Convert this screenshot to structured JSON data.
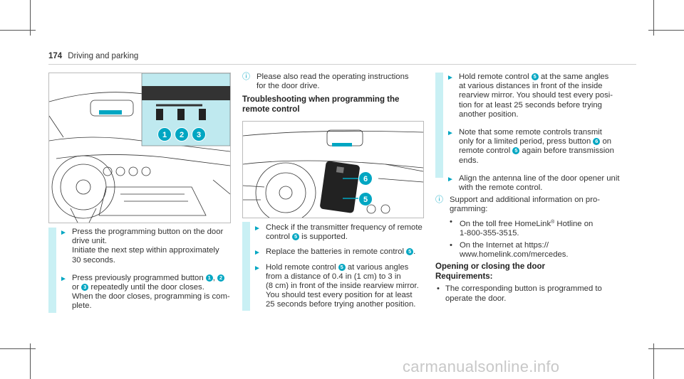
{
  "header": {
    "page_number": "174",
    "section": "Driving and parking"
  },
  "colors": {
    "accent": "#00a6c2",
    "bar": "#c9f0f4"
  },
  "col1": {
    "step1": {
      "line1": "Press the programming button on the door",
      "line2": "drive unit.",
      "line3": "Initiate the next step within approximately",
      "line4": "30 seconds."
    },
    "step2": {
      "a": "Press previously programmed button ",
      "n1": "1",
      "sep": ", ",
      "n2": "2",
      "b": "or ",
      "n3": "3",
      "c": " repeatedly until the door closes.",
      "line3": "When the door closes, programming is com-",
      "line4": "plete."
    },
    "figure": {
      "labels": [
        "1",
        "2",
        "3"
      ]
    }
  },
  "col2": {
    "note": {
      "line1": "Please also read the operating instructions",
      "line2": "for the door drive."
    },
    "heading": {
      "line1": "Troubleshooting when programming the",
      "line2": "remote control"
    },
    "figure": {
      "labels": [
        "6",
        "5"
      ]
    },
    "step1": {
      "a": "Check if the transmitter frequency of remote",
      "b": "control ",
      "n": "5",
      "c": " is supported."
    },
    "step2": {
      "a": "Replace the batteries in remote control ",
      "n": "5",
      "c": "."
    },
    "step3": {
      "a": "Hold remote control ",
      "n": "5",
      "b": " at various angles",
      "line2": "from a distance of 0.4 in (1 cm) to 3 in",
      "line3": "(8 cm) in front of the inside rearview mirror.",
      "line4": "You should test every position for at least",
      "line5": "25 seconds before trying another position."
    }
  },
  "col3": {
    "step1": {
      "a": "Hold remote control ",
      "n": "5",
      "b": " at the same angles",
      "line2": "at various distances in front of the inside",
      "line3": "rearview mirror. You should test every posi-",
      "line4": "tion for at least 25 seconds before trying",
      "line5": "another position."
    },
    "step2": {
      "line1": "Note that some remote controls transmit",
      "a": "only for a limited period, press button ",
      "n1": "6",
      "b": " on",
      "c": "remote control ",
      "n2": "5",
      "d": " again before transmission",
      "line4": "ends."
    },
    "step3": {
      "line1": "Align the antenna line of the door opener unit",
      "line2": "with the remote control."
    },
    "note": {
      "line1": "Support and additional information on pro-",
      "line2": "gramming:"
    },
    "bullets": [
      {
        "a": "On the toll free HomeLink",
        "sup": "®",
        "b": " Hotline on",
        "line2": "1-800-355-3515."
      },
      {
        "a": "On the Internet at https://",
        "line2": "www.homelink.com/mercedes."
      }
    ],
    "heading": "Opening or closing the door",
    "req_heading": "Requirements:",
    "req_bullet": {
      "line1": "The corresponding button is programmed to",
      "line2": "operate the door."
    }
  },
  "watermark": "carmanualsonline.info"
}
